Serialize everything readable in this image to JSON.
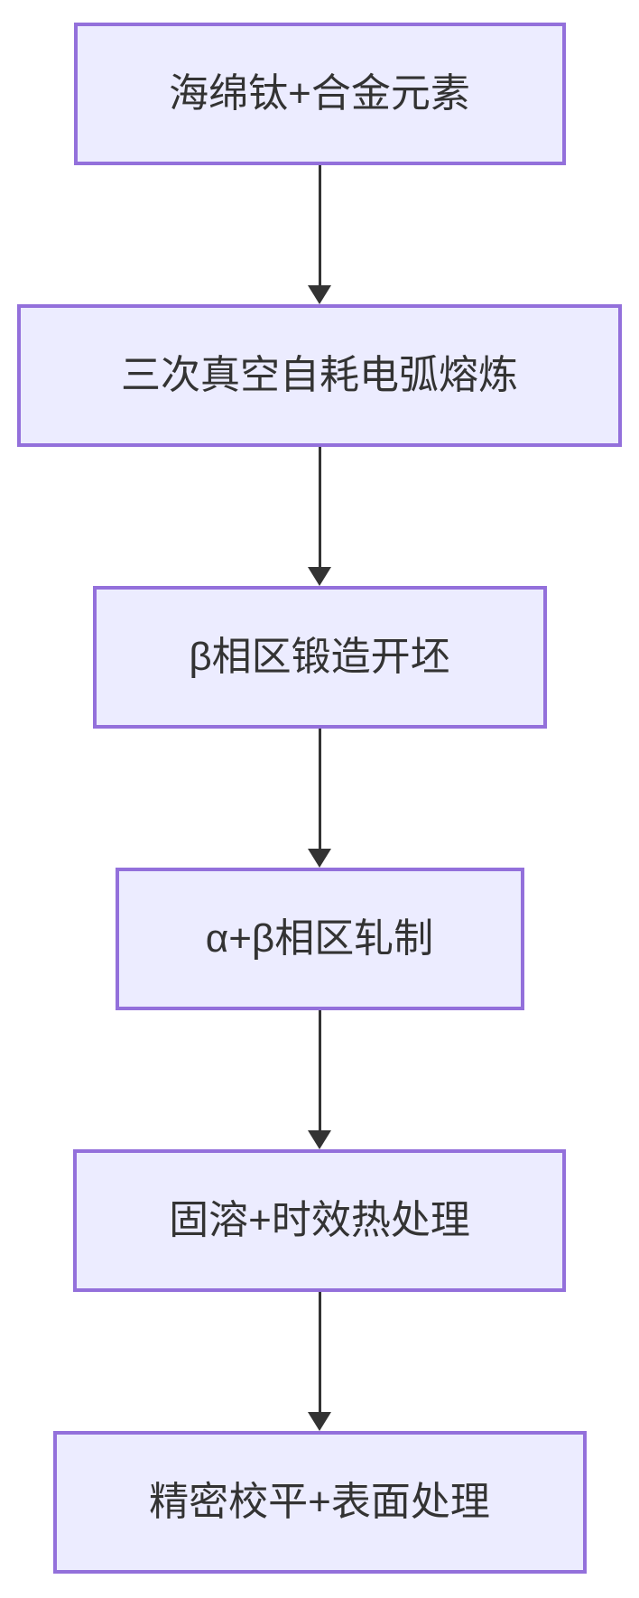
{
  "diagram": {
    "type": "flowchart",
    "direction": "top-down",
    "nodes": [
      {
        "id": "raw-material",
        "label": "海绵钛+合金元素"
      },
      {
        "id": "melting",
        "label": "三次真空自耗电弧熔炼"
      },
      {
        "id": "forging",
        "label": "β相区锻造开坯"
      },
      {
        "id": "rolling",
        "label": "α+β相区轧制"
      },
      {
        "id": "heat-treatment",
        "label": "固溶+时效热处理"
      },
      {
        "id": "finishing",
        "label": "精密校平+表面处理"
      }
    ],
    "edges": [
      {
        "from": "raw-material",
        "to": "melting"
      },
      {
        "from": "melting",
        "to": "forging"
      },
      {
        "from": "forging",
        "to": "rolling"
      },
      {
        "from": "rolling",
        "to": "heat-treatment"
      },
      {
        "from": "heat-treatment",
        "to": "finishing"
      }
    ],
    "colors": {
      "node_fill": "#ECECFF",
      "node_border": "#9370DB",
      "text": "#333333",
      "arrow": "#333333",
      "background": "#FFFFFF"
    }
  }
}
